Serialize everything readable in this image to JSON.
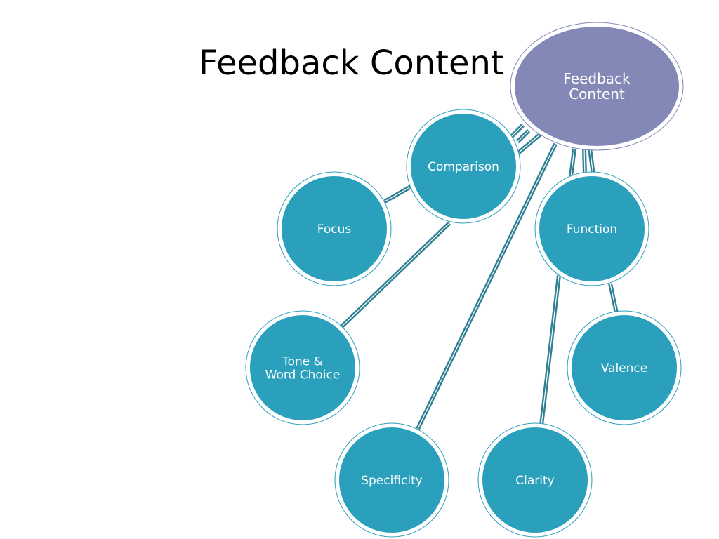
{
  "slide": {
    "title": "Feedback Content"
  },
  "diagram": {
    "colors": {
      "root_fill": "#8488b6",
      "node_fill": "#2ba0bc",
      "connector": "#2e7f93"
    },
    "root": {
      "id": "feedback-content",
      "lines": [
        "Feedback",
        "Content"
      ]
    },
    "nodes": [
      {
        "id": "comparison",
        "lines": [
          "Comparison"
        ],
        "parent": "feedback-content"
      },
      {
        "id": "focus",
        "lines": [
          "Focus"
        ],
        "parent": "comparison"
      },
      {
        "id": "tone-word-choice",
        "lines": [
          "Tone &",
          "Word Choice"
        ],
        "parent": "comparison"
      },
      {
        "id": "function",
        "lines": [
          "Function"
        ],
        "parent": "feedback-content"
      },
      {
        "id": "valence",
        "lines": [
          "Valence"
        ],
        "parent": "function"
      },
      {
        "id": "clarity",
        "lines": [
          "Clarity"
        ],
        "parent": "feedback-content"
      },
      {
        "id": "specificity",
        "lines": [
          "Specificity"
        ],
        "parent": "feedback-content"
      }
    ]
  }
}
